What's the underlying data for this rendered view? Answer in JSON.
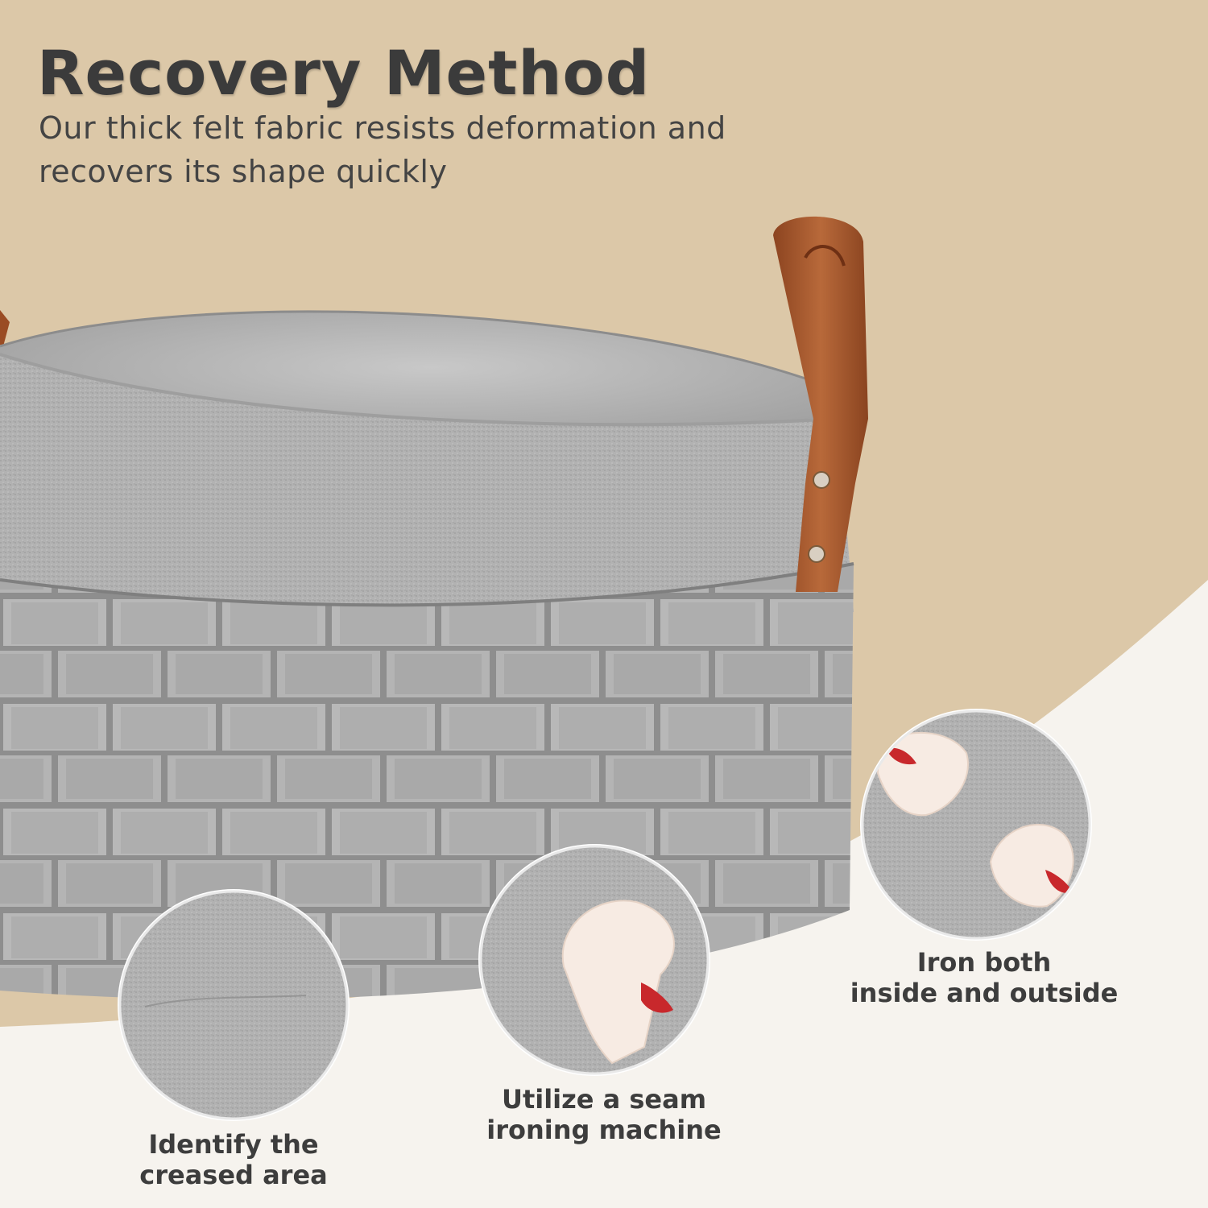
{
  "headline": "Recovery Method",
  "subline_1": "Our thick felt fabric resists deformation and",
  "subline_2": "recovers its shape quickly",
  "steps": [
    {
      "line1": "Identify the",
      "line2": "creased area"
    },
    {
      "line1": "Utilize a seam",
      "line2": "ironing machine"
    },
    {
      "line1": "Iron both",
      "line2": "inside and outside"
    }
  ],
  "colors": {
    "background_top": "#dcc8a8",
    "background_bottom": "#f6f3ee",
    "felt_gray": "#a9a9a9",
    "leather_handle": "#a85a2c",
    "text": "#3b3b3b"
  }
}
